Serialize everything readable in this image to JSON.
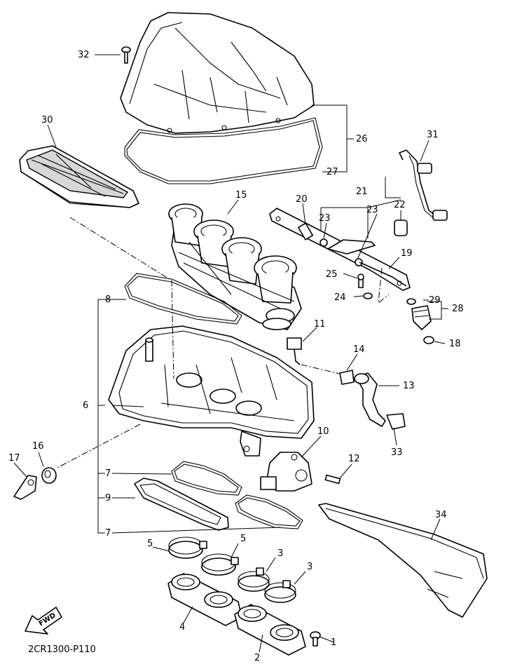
{
  "diagram": {
    "code": "2CR1300-P110",
    "fwd_label": "FWD",
    "callouts": {
      "c1": "1",
      "c2": "2",
      "c3a": "3",
      "c3b": "3",
      "c4": "4",
      "c5a": "5",
      "c5b": "5",
      "c6": "6",
      "c7a": "7",
      "c7b": "7",
      "c8": "8",
      "c9": "9",
      "c10": "10",
      "c11": "11",
      "c12": "12",
      "c13": "13",
      "c14": "14",
      "c15": "15",
      "c16": "16",
      "c17": "17",
      "c18": "18",
      "c19": "19",
      "c20": "20",
      "c21": "21",
      "c22": "22",
      "c23a": "23",
      "c23b": "23",
      "c24": "24",
      "c25": "25",
      "c26": "26",
      "c27": "27",
      "c28": "28",
      "c29": "29",
      "c30": "30",
      "c31": "31",
      "c32": "32",
      "c33": "33",
      "c34": "34"
    }
  }
}
